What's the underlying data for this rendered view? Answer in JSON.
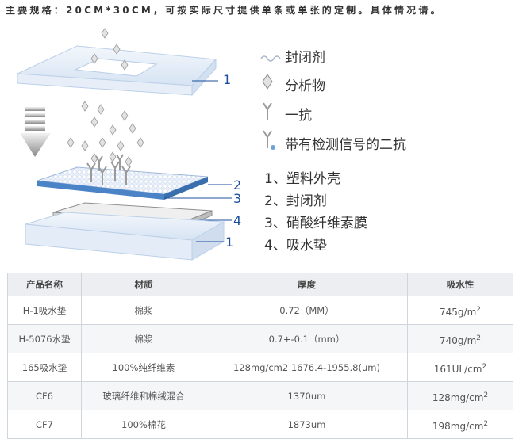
{
  "spec_text": "主要规格：20CM*30CM，可按实际尺寸提供单条或单张的定制。具体情况请。",
  "legend": [
    {
      "label": "封闭剂",
      "icon": "blocker-icon"
    },
    {
      "label": "分析物",
      "icon": "analyte-icon"
    },
    {
      "label": "一抗",
      "icon": "primary-antibody-icon"
    },
    {
      "label": "带有检测信号的二抗",
      "icon": "labeled-secondary-antibody-icon"
    }
  ],
  "parts": [
    "1、塑料外壳",
    "2、封闭剂",
    "3、硝酸纤维素膜",
    "4、吸水垫"
  ],
  "callouts": {
    "top": "1",
    "c2": "2",
    "c3": "3",
    "c4": "4",
    "bottom": "1"
  },
  "table": {
    "headers": [
      "产品名称",
      "材质",
      "厚度",
      "吸水性"
    ],
    "rows": [
      {
        "name": "H-1吸水垫",
        "material": "棉浆",
        "thickness": "0.72（MM）",
        "absorb": "745g/m",
        "sup": "2"
      },
      {
        "name": "H-5076水垫",
        "material": "棉浆",
        "thickness": "0.7+-0.1（mm）",
        "absorb": "740g/m",
        "sup": "2"
      },
      {
        "name": "165吸水垫",
        "material": "100%纯纤维素",
        "thickness": "128mg/cm2 1676.4-1955.8(um)",
        "absorb": "161UL/cm",
        "sup": "2"
      },
      {
        "name": "CF6",
        "material": "玻璃纤维和棉绒混合",
        "thickness": "1370um",
        "absorb": "128mg/cm",
        "sup": "2"
      },
      {
        "name": "CF7",
        "material": "100%棉花",
        "thickness": "1873um",
        "absorb": "198mg/cm",
        "sup": "2"
      }
    ]
  },
  "colors": {
    "callout": "#1b4f9c",
    "frame": "#dbe6f4",
    "membrane": "#4a83c6",
    "pad": "#c9c9c9"
  }
}
